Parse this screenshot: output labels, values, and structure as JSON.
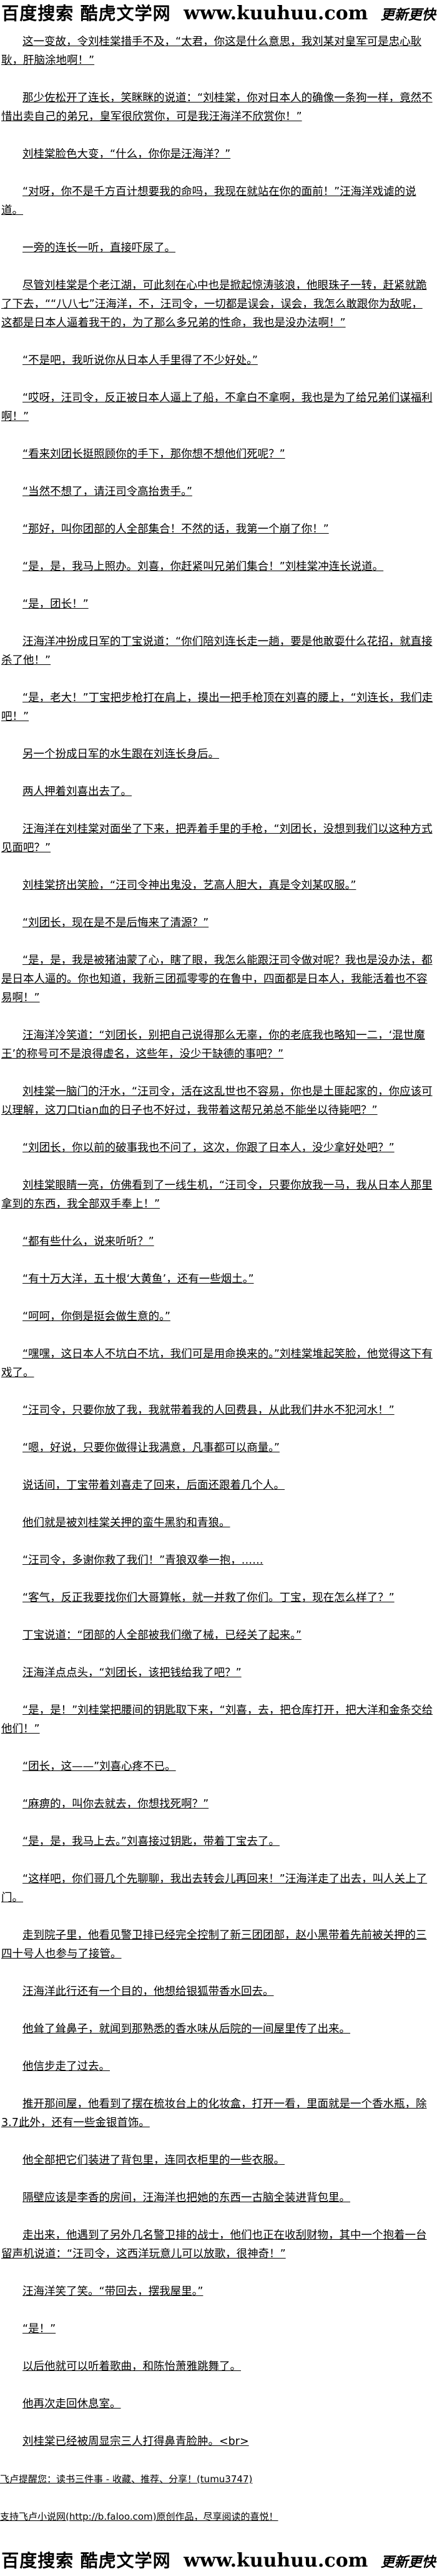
{
  "logo": {
    "baidu": "百度搜索",
    "site": "酷虎文学网",
    "url": "www.kuuhuu.com",
    "slogan": "更新更快"
  },
  "paragraphs": [
    "这一变故，令刘桂棠措手不及，“太君，你这是什么意思，我刘某对皇军可是忠心耿耿，肝脑涂地啊！”",
    "那少佐松开了连长，笑眯眯的说道：“刘桂棠，你对日本人的确像一条狗一样，竟然不惜出卖自己的弟兄，皇军很欣赏你，可是我汪海洋不欣赏你！”",
    "刘桂棠脸色大变，“什么，你你是汪海洋？”",
    "“对呀，你不是千方百计想要我的命吗，我现在就站在你的面前！”汪海洋戏谑的说道。",
    "一旁的连长一听，直接吓尿了。",
    "尽管刘桂棠是个老江湖，可此刻在心中也是掀起惊涛骇浪，他眼珠子一转，赶紧就跪了下去，““八八七”汪海洋，不，汪司令，一切都是误会，误会，我怎么敢跟你为敌呢，这都是日本人逼着我干的，为了那么多兄弟的性命，我也是没办法啊！”",
    "“不是吧，我听说你从日本人手里得了不少好处。”",
    "“哎呀，汪司令，反正被日本人逼上了船，不拿白不拿啊，我也是为了给兄弟们谋福利啊！”",
    "“看来刘团长挺照顾你的手下，那你想不想他们死呢？”",
    "“当然不想了，请汪司令高抬贵手。”",
    "“那好，叫你团部的人全部集合！不然的话，我第一个崩了你！”",
    "“是，是，我马上照办。刘喜，你赶紧叫兄弟们集合！”刘桂棠冲连长说道。",
    "“是，团长！”",
    "汪海洋冲扮成日军的丁宝说道：“你们陪刘连长走一趟，要是他敢耍什么花招，就直接杀了他！”",
    "“是，老大！”丁宝把步枪打在肩上，摸出一把手枪顶在刘喜的腰上，“刘连长，我们走吧！”",
    "另一个扮成日军的水生跟在刘连长身后。",
    "两人押着刘喜出去了。",
    "汪海洋在刘桂棠对面坐了下来，把弄着手里的手枪，“刘团长，没想到我们以这种方式见面吧？”",
    "刘桂棠挤出笑脸，“汪司令神出鬼没，艺高人胆大，真是令刘某叹服。”",
    "“刘团长，现在是不是后悔来了清源？”",
    "“是，是，我是被猪油蒙了心，瞎了眼，我怎么能跟汪司令做对呢？我也是没办法，都是日本人逼的。你也知道，我新三团孤零零的在鲁中，四面都是日本人，我能活着也不容易啊！”",
    "汪海洋冷笑道：“刘团长，别把自己说得那么无辜，你的老底我也略知一二，‘混世魔王’的称号可不是浪得虚名，这些年，没少干缺德的事吧？”",
    "刘桂棠一脑门的汗水，“汪司令，活在这乱世也不容易，你也是土匪起家的，你应该可以理解，这刀口tian血的日子也不好过，我带着这帮兄弟总不能坐以待毙吧？”",
    "“刘团长，你以前的破事我也不问了，这次，你跟了日本人，没少拿好处吧？”",
    "刘桂棠眼睛一亮，仿佛看到了一线生机，“汪司令，只要你放我一马，我从日本人那里拿到的东西，我全部双手奉上！”",
    "“都有些什么，说来听听？”",
    "“有十万大洋，五十根‘大黄鱼’，还有一些烟土。”",
    "“呵呵，你倒是挺会做生意的。”",
    "“嘿嘿，这日本人不坑白不坑，我们可是用命换来的。”刘桂棠堆起笑脸，他觉得这下有戏了。",
    "“汪司令，只要你放了我，我就带着我的人回费县，从此我们井水不犯河水！”",
    "“嗯，好说，只要你做得让我满意，凡事都可以商量。”",
    "说话间，丁宝带着刘喜走了回来，后面还跟着几个人。",
    "他们就是被刘桂棠关押的蛮牛黑豹和青狼。",
    "“汪司令，多谢你救了我们！”青狼双拳一抱，……",
    "“客气，反正我要找你们大哥算帐，就一并救了你们。丁宝，现在怎么样了？”",
    "丁宝说道：“团部的人全部被我们缴了械，已经关了起来。”",
    "汪海洋点点头，“刘团长，该把钱给我了吧？”",
    "“是，是！”刘桂棠把腰间的钥匙取下来，“刘喜，去，把仓库打开，把大洋和金条交给他们！”",
    "“团长，这——”刘喜心疼不已。",
    "“麻痹的，叫你去就去，你想找死啊？”",
    "“是，是，我马上去。”刘喜接过钥匙，带着丁宝去了。",
    "“这样吧，你们哥几个先聊聊，我出去转会儿再回来！”汪海洋走了出去，叫人关上了门。",
    "走到院子里，他看见警卫排已经完全控制了新三团团部，赵小黑带着先前被关押的三四十号人也参与了接管。",
    "汪海洋此行还有一个目的，他想给银狐带香水回去。",
    "他耸了耸鼻子，就闻到那熟悉的香水味从后院的一间屋里传了出来。",
    "他信步走了过去。",
    "推开那间屋，他看到了摆在梳妆台上的化妆盒，打开一看，里面就是一个香水瓶，除3.7此外，还有一些金银首饰。",
    "他全部把它们装进了背包里，连同衣柜里的一些衣服。",
    "隔壁应该是李香的房间，汪海洋也把她的东西一古脑全装进背包里。",
    "走出来，他遇到了另外几名警卫排的战士，他们也正在收刮财物，其中一个抱着一台留声机说道：“汪司令，这西洋玩意儿可以放歌，很神奇！”",
    "汪海洋笑了笑。“带回去，摆我屋里。”",
    "“是！”",
    "以后他就可以听着歌曲，和陈怡萧雅跳舞了。",
    "他再次走回休息室。",
    "刘桂棠已经被周显宗三人打得鼻青脸肿。<br>"
  ],
  "footer": {
    "reminder": "飞卢提醒您：读书三件事 - 收藏、推荐、分享！(tumu3747)",
    "support": "支持飞卢小说网(http://b.faloo.com)原创作品，尽享阅读的喜悦！"
  }
}
